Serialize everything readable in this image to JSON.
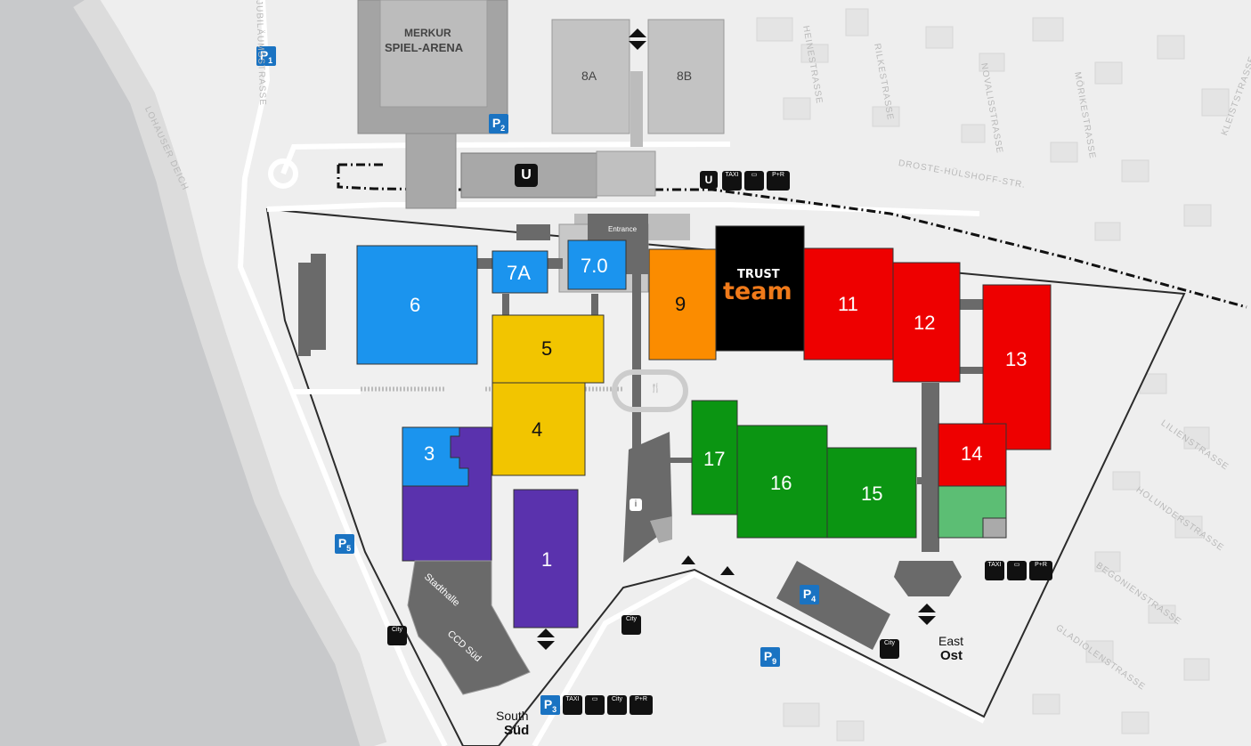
{
  "colors": {
    "blue": "#1b94ee",
    "yellow": "#f2c500",
    "purple": "#5a32ad",
    "orange": "#fb8c00",
    "black": "#000000",
    "red": "#ee0000",
    "green": "#0b9512",
    "light_green": "#5cbe74",
    "grey_building": "#6a6a6a",
    "parking_blue": "#1a73c2",
    "water": "#c8c9cb"
  },
  "halls": [
    {
      "id": "6",
      "label": "6"
    },
    {
      "id": "7A",
      "label": "7A"
    },
    {
      "id": "7.0",
      "label": "7.0"
    },
    {
      "id": "5",
      "label": "5"
    },
    {
      "id": "4",
      "label": "4"
    },
    {
      "id": "3",
      "label": "3"
    },
    {
      "id": "1",
      "label": "1"
    },
    {
      "id": "9",
      "label": "9"
    },
    {
      "id": "11",
      "label": "11"
    },
    {
      "id": "12",
      "label": "12"
    },
    {
      "id": "13",
      "label": "13"
    },
    {
      "id": "14",
      "label": "14"
    },
    {
      "id": "15",
      "label": "15"
    },
    {
      "id": "16",
      "label": "16"
    },
    {
      "id": "17",
      "label": "17"
    },
    {
      "id": "8A",
      "label": "8A"
    },
    {
      "id": "8B",
      "label": "8B"
    }
  ],
  "trust_team": {
    "line1": "TRUST",
    "line2": "team"
  },
  "arena": {
    "line1": "MERKUR",
    "line2": "SPIEL-ARENA"
  },
  "venues": {
    "stadthalle": "Stadthalle",
    "ccd_sued": "CCD Süd",
    "entrance": "Entrance"
  },
  "entrances": {
    "south_en": "South",
    "south_de": "Süd",
    "east_en": "East",
    "east_de": "Ost"
  },
  "parking": [
    {
      "id": "p1",
      "letter": "P",
      "num": "1"
    },
    {
      "id": "p2",
      "letter": "P",
      "num": "2"
    },
    {
      "id": "p3",
      "letter": "P",
      "num": "3"
    },
    {
      "id": "p4",
      "letter": "P",
      "num": "4"
    },
    {
      "id": "p5",
      "letter": "P",
      "num": "5"
    },
    {
      "id": "p9",
      "letter": "P",
      "num": "9"
    }
  ],
  "icons": {
    "taxi": "TAXI",
    "city": "City",
    "pr": "P+R"
  },
  "streets": [
    "LOHAUSER DEICH",
    "DROSTE-HÜLSHOFF-STR.",
    "RILKESTRASSE",
    "NOVALISSTRASSE",
    "HEINESTRASSE",
    "MÖRIKESTRASSE",
    "KLEISTSTRASSE",
    "LILIENSTRASSE",
    "HOLUNDERSTRASSE",
    "BEGONIENSTRASSE",
    "GLADIOLENSTRASSE",
    "JUBILÄUMSSTRASSE"
  ]
}
